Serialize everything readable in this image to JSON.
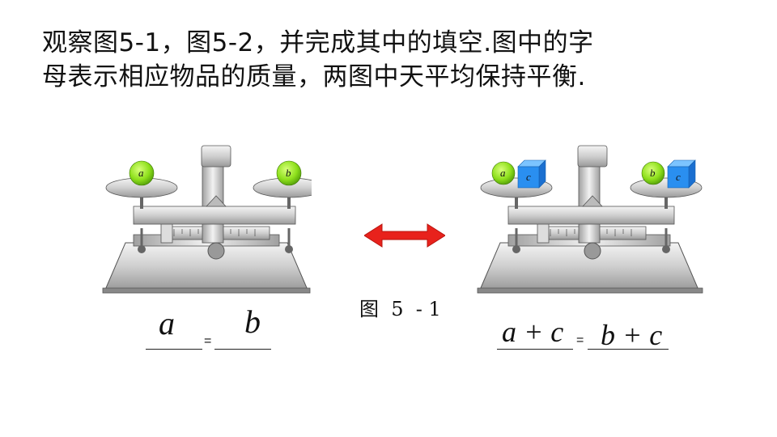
{
  "title": {
    "line1": "观察图5-1，图5-2，并完成其中的填空.图中的字",
    "line2": "母表示相应物品的质量，两图中天平均保持平衡."
  },
  "scale_left": {
    "left_pan_label": "a",
    "right_pan_label": "b"
  },
  "scale_right": {
    "left_ball_label": "a",
    "left_cube_label": "c",
    "right_ball_label": "b",
    "right_cube_label": "c"
  },
  "caption": "图  5  - 1",
  "equation_left": {
    "lhs": "a",
    "sign": "=",
    "rhs": "b"
  },
  "equation_right": {
    "lhs": "a + c",
    "sign": "=",
    "rhs": "b + c"
  },
  "colors": {
    "ball": "#8ee01c",
    "cube": "#2a8ff0",
    "arrow": "#e8221c"
  }
}
